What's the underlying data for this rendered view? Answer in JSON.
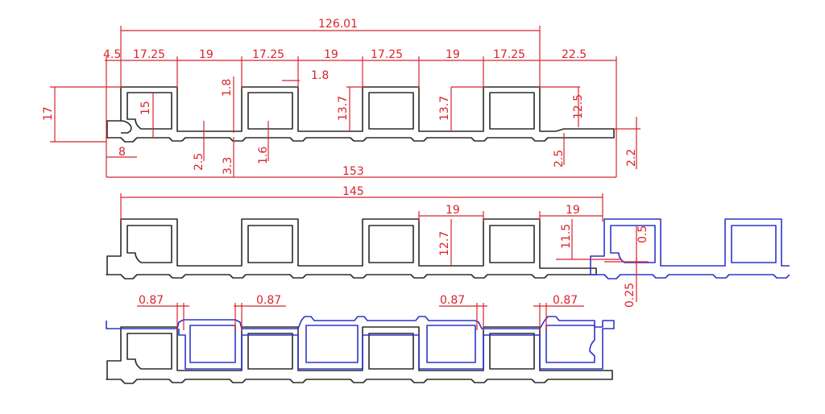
{
  "dimensions": {
    "top_overall": "126.01",
    "top_4_5": "4.5",
    "top_17_25_a": "17.25",
    "top_19_a": "19",
    "top_17_25_b": "17.25",
    "top_19_b": "19",
    "top_17_25_c": "17.25",
    "top_19_c": "19",
    "top_17_25_d": "17.25",
    "top_22_5": "22.5",
    "v_17": "17",
    "v_15": "15",
    "v_1_8_vert": "1.8",
    "h_1_8": "1.8",
    "v_13_7_a": "13.7",
    "v_13_7_b": "13.7",
    "v_12_5": "12.5",
    "h_8": "8",
    "v_2_5_a": "2.5",
    "v_3_3": "3.3",
    "v_1_6": "1.6",
    "v_2_5_b": "2.5",
    "v_2_2": "2.2",
    "bottom_153": "153",
    "mid_145": "145",
    "mid_19_a": "19",
    "mid_19_b": "19",
    "v_12_7": "12.7",
    "v_11_5": "11.5",
    "v_0_5": "0.5",
    "v_0_25": "0.25",
    "gap_0_87_a": "0.87",
    "gap_0_87_b": "0.87",
    "gap_0_87_c": "0.87",
    "gap_0_87_d": "0.87"
  },
  "colors": {
    "dimension": "#d8242c",
    "profile_main": "#2b2b2b",
    "profile_mate": "#2d36c8",
    "background": "#ffffff"
  }
}
